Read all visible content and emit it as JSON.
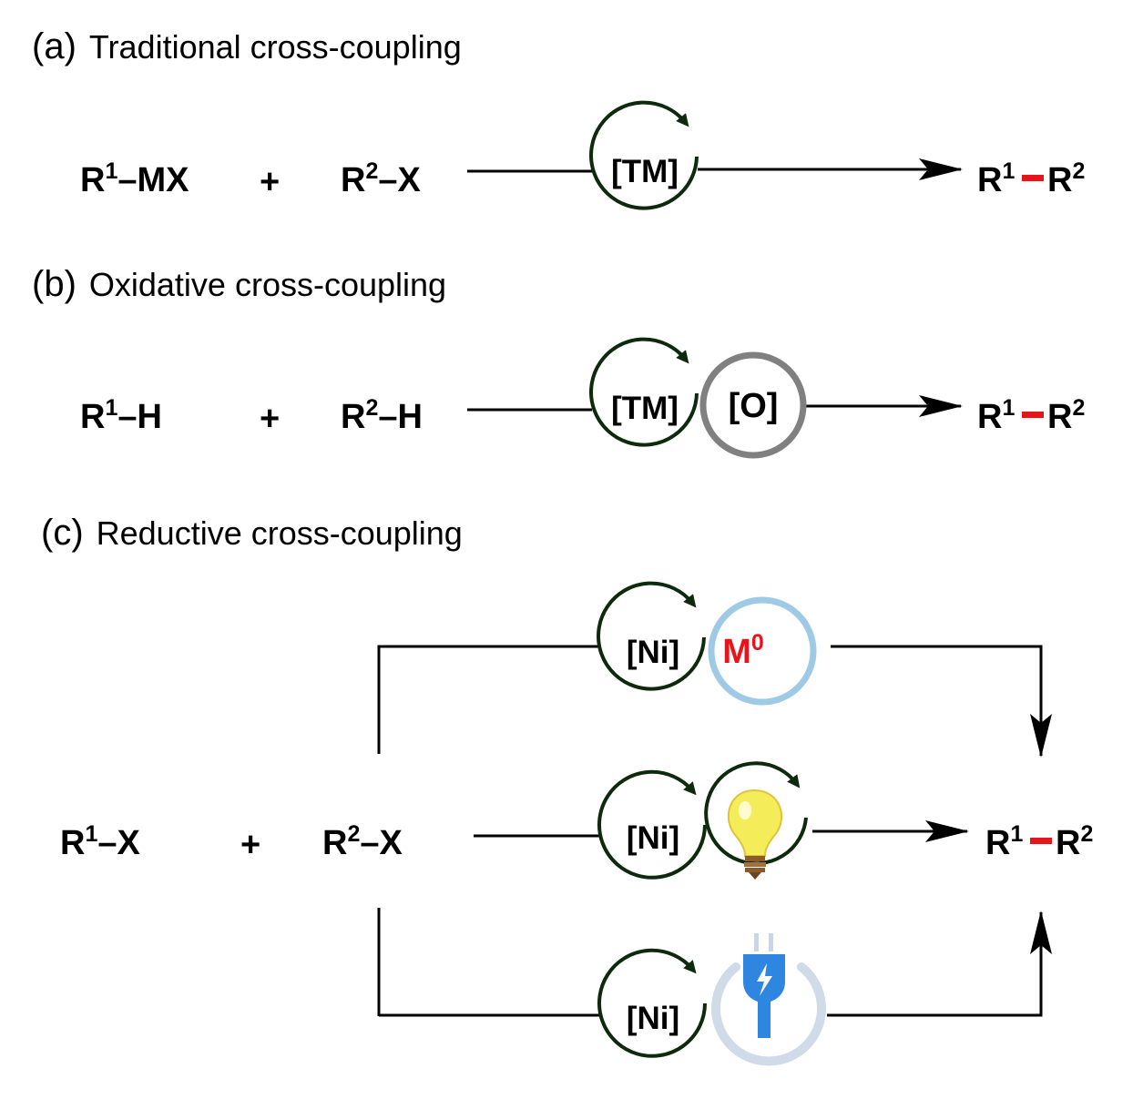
{
  "panels": [
    {
      "letter": "(a)",
      "title": "Traditional cross-coupling",
      "reactant1": {
        "base": "R",
        "sup": "1",
        "rest": "–MX"
      },
      "plus": "+",
      "reactant2": {
        "base": "R",
        "sup": "2",
        "rest": "–X"
      },
      "catalyst": "[TM]",
      "product": {
        "r1": "R",
        "s1": "1",
        "r2": "R",
        "s2": "2"
      }
    },
    {
      "letter": "(b)",
      "title": "Oxidative cross-coupling",
      "reactant1": {
        "base": "R",
        "sup": "1",
        "rest": "–H"
      },
      "plus": "+",
      "reactant2": {
        "base": "R",
        "sup": "2",
        "rest": "–H"
      },
      "catalyst": "[TM]",
      "oxidant": "[O]",
      "product": {
        "r1": "R",
        "s1": "1",
        "r2": "R",
        "s2": "2"
      }
    },
    {
      "letter": "(c)",
      "title": "Reductive cross-coupling",
      "reactant1": {
        "base": "R",
        "sup": "1",
        "rest": "–X"
      },
      "plus": "+",
      "reactant2": {
        "base": "R",
        "sup": "2",
        "rest": "–X"
      },
      "catalysts": [
        "[Ni]",
        "[Ni]",
        "[Ni]"
      ],
      "reductant": {
        "base": "M",
        "sup": "0"
      },
      "product": {
        "r1": "R",
        "s1": "1",
        "r2": "R",
        "s2": "2"
      }
    }
  ],
  "colors": {
    "cycle": "#0d2a0d",
    "oxidant_ring": "#808080",
    "metal_ring": "#9ecae5",
    "metal_text": "#e8141b",
    "bond": "#e8141b",
    "bulb": "#f5ec5a",
    "bulb_base": "#8a5a2b",
    "plug": "#2f86e0",
    "plug_ring": "#cfdbe8"
  },
  "icons": [
    "light-bulb-icon",
    "electric-plug-icon"
  ]
}
